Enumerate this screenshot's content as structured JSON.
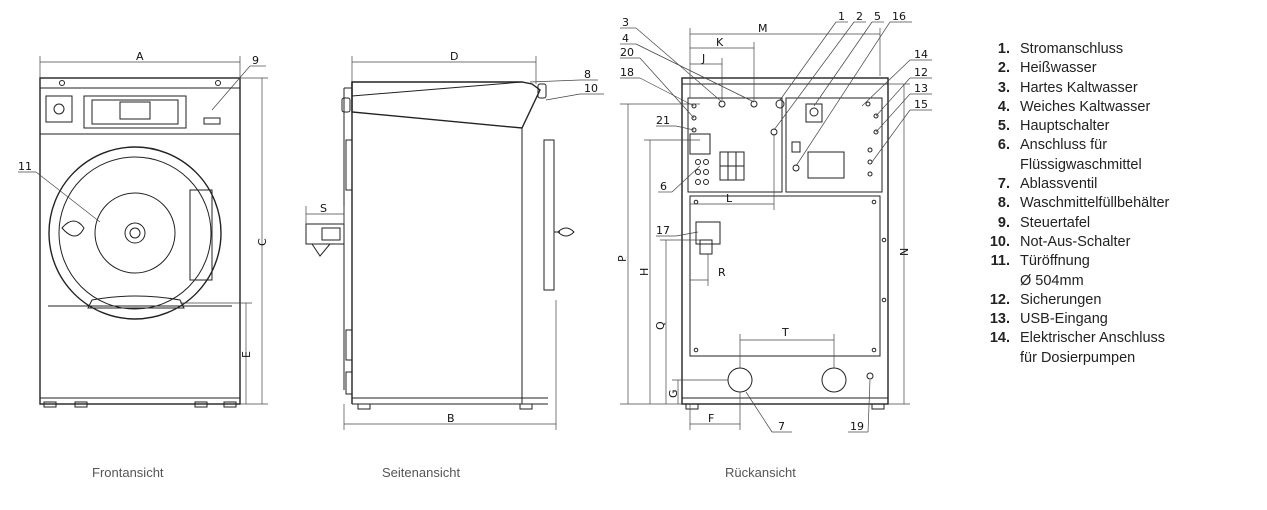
{
  "captions": {
    "front": "Frontansicht",
    "side": "Seitenansicht",
    "rear": "Rückansicht"
  },
  "dimension_labels": {
    "A": "A",
    "B": "B",
    "C": "C",
    "D": "D",
    "E": "E",
    "F": "F",
    "G": "G",
    "H": "H",
    "J": "J",
    "K": "K",
    "L": "L",
    "M": "M",
    "N": "N",
    "P": "P",
    "Q": "Q",
    "R": "R",
    "S": "S",
    "T": "T"
  },
  "callouts": {
    "c1": "1",
    "c2": "2",
    "c3": "3",
    "c4": "4",
    "c5": "5",
    "c6": "6",
    "c7": "7",
    "c8": "8",
    "c9": "9",
    "c10": "10",
    "c11": "11",
    "c12": "12",
    "c13": "13",
    "c14": "14",
    "c15": "15",
    "c16": "16",
    "c17": "17",
    "c18": "18",
    "c19": "19",
    "c20": "20",
    "c21": "21"
  },
  "legend": [
    {
      "num": "1.",
      "lines": [
        "Stromanschluss"
      ]
    },
    {
      "num": "2.",
      "lines": [
        "Heißwasser"
      ]
    },
    {
      "num": "3.",
      "lines": [
        "Hartes Kaltwasser"
      ]
    },
    {
      "num": "4.",
      "lines": [
        "Weiches Kaltwasser"
      ]
    },
    {
      "num": "5.",
      "lines": [
        "Hauptschalter"
      ]
    },
    {
      "num": "6.",
      "lines": [
        "Anschluss für",
        "Flüssigwaschmittel"
      ]
    },
    {
      "num": "7.",
      "lines": [
        "Ablassventil"
      ]
    },
    {
      "num": "8.",
      "lines": [
        "Waschmittelfüllbehälter"
      ]
    },
    {
      "num": "9.",
      "lines": [
        "Steuertafel"
      ]
    },
    {
      "num": "10.",
      "lines": [
        "Not-Aus-Schalter"
      ]
    },
    {
      "num": "11.",
      "lines": [
        "Türöffnung",
        "Ø 504mm"
      ]
    },
    {
      "num": "12.",
      "lines": [
        "Sicherungen"
      ]
    },
    {
      "num": "13.",
      "lines": [
        "USB-Eingang"
      ]
    },
    {
      "num": "14.",
      "lines": [
        "Elektrischer Anschluss",
        "für Dosierpumpen"
      ]
    }
  ]
}
